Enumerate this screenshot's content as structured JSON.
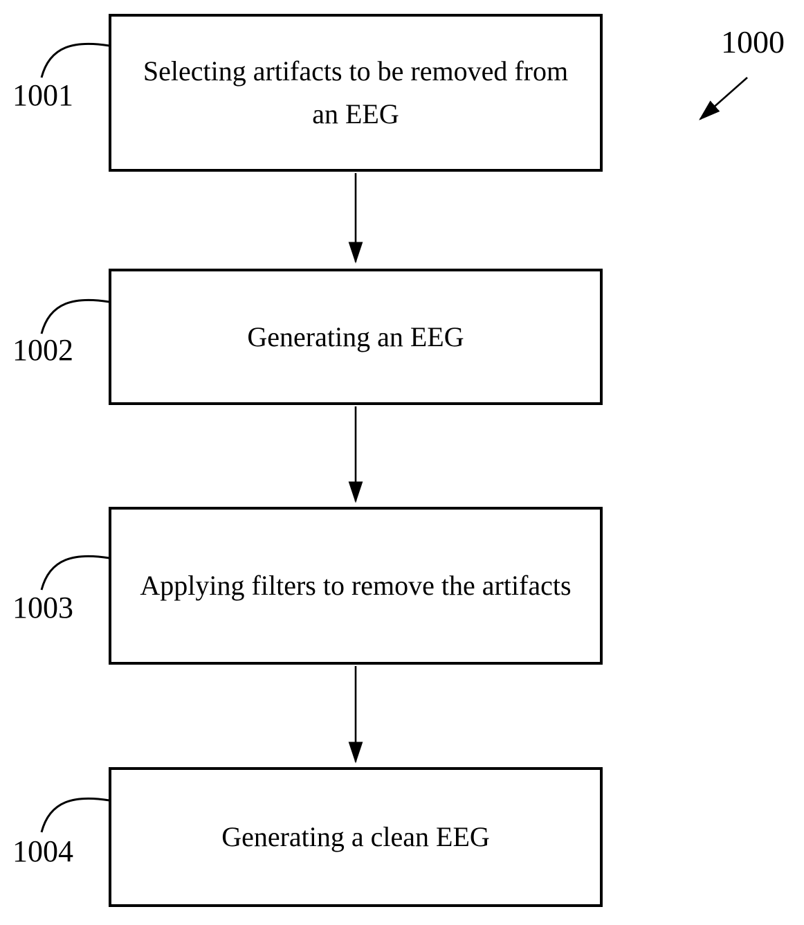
{
  "figure": {
    "figure_ref": "1000",
    "steps": [
      {
        "ref": "1001",
        "text": "Selecting artifacts to be removed from an EEG"
      },
      {
        "ref": "1002",
        "text": "Generating an EEG"
      },
      {
        "ref": "1003",
        "text": "Applying filters to remove the artifacts"
      },
      {
        "ref": "1004",
        "text": "Generating a clean EEG"
      }
    ],
    "colors": {
      "line": "#000000",
      "background": "#ffffff",
      "text": "#000000"
    }
  }
}
